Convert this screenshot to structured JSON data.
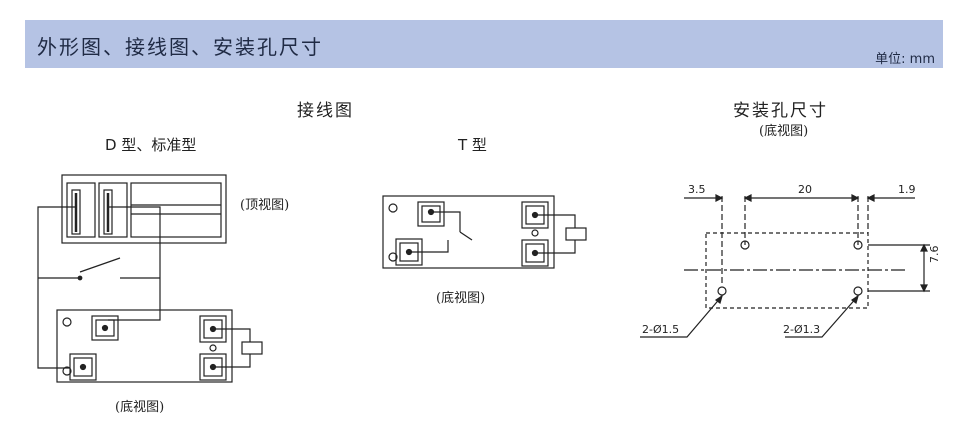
{
  "header": {
    "title": "外形图、接线图、安装孔尺寸",
    "unit": "单位: mm"
  },
  "wiring": {
    "title": "接线图",
    "d_type_label": "D 型、标准型",
    "t_type_label": "T 型",
    "top_view_note": "(顶视图)",
    "bottom_view_note_d": "(底视图)",
    "bottom_view_note_t": "(底视图)"
  },
  "mounting": {
    "title": "安装孔尺寸",
    "subtitle": "(底视图)",
    "dim_left": "3.5",
    "dim_middle": "20",
    "dim_right": "1.9",
    "dim_height": "7.6",
    "hole_label_1": "2-Ø1.5",
    "hole_label_2": "2-Ø1.3"
  }
}
